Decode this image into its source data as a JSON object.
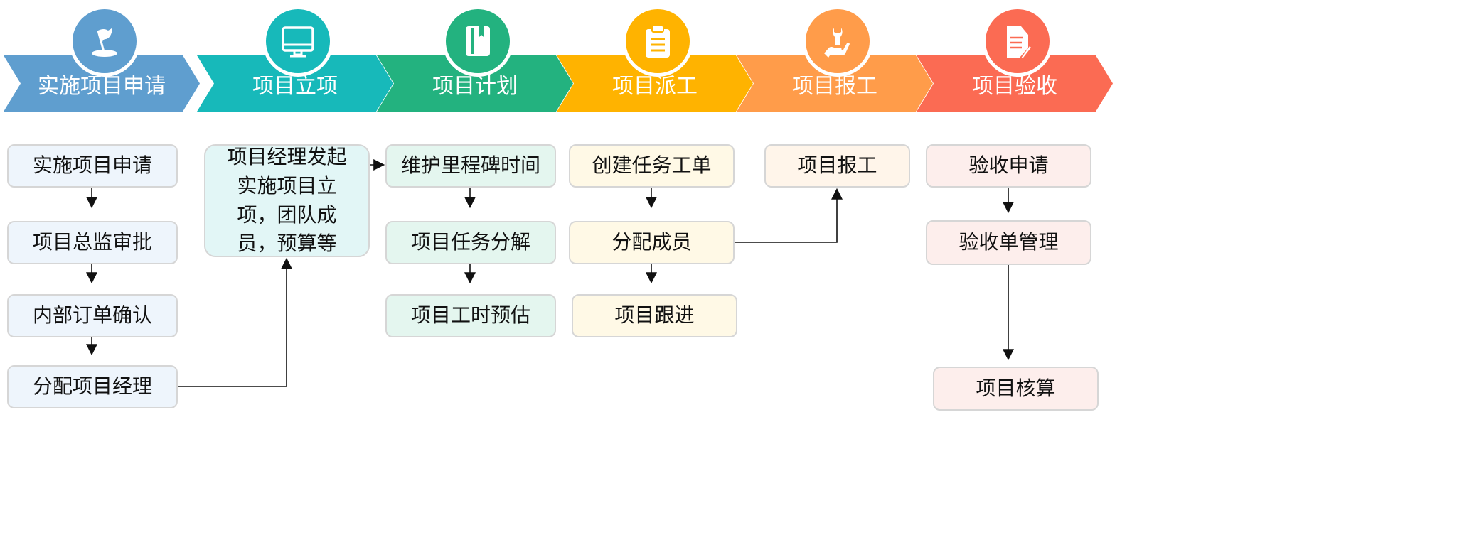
{
  "steps": [
    {
      "label": "实施项目申请",
      "color": "#5F9ECF",
      "icon": "flag-icon"
    },
    {
      "label": "项目立项",
      "color": "#17B9BA",
      "icon": "monitor-icon"
    },
    {
      "label": "项目计划",
      "color": "#23B27F",
      "icon": "book-icon"
    },
    {
      "label": "项目派工",
      "color": "#FFB300",
      "icon": "clipboard-icon"
    },
    {
      "label": "项目报工",
      "color": "#FF9C4A",
      "icon": "wrench-hand-icon"
    },
    {
      "label": "项目验收",
      "color": "#FB6B53",
      "icon": "document-edit-icon"
    }
  ],
  "columns": {
    "apply": [
      "实施项目申请",
      "项目总监审批",
      "内部订单确认",
      "分配项目经理"
    ],
    "setup": [
      "项目经理发起实施项目立项，团队成员，预算等"
    ],
    "plan": [
      "维护里程碑时间",
      "项目任务分解",
      "项目工时预估"
    ],
    "dispatch": [
      "创建任务工单",
      "分配成员",
      "项目跟进"
    ],
    "report": [
      "项目报工"
    ],
    "accept": [
      "验收申请",
      "验收单管理",
      "项目核算"
    ]
  },
  "box_fills": {
    "apply": "#EEF5FC",
    "setup": "#E2F6F6",
    "plan": "#E4F6EF",
    "dispatch": "#FFF9E6",
    "report": "#FFF5EA",
    "accept": "#FDEEEC"
  }
}
